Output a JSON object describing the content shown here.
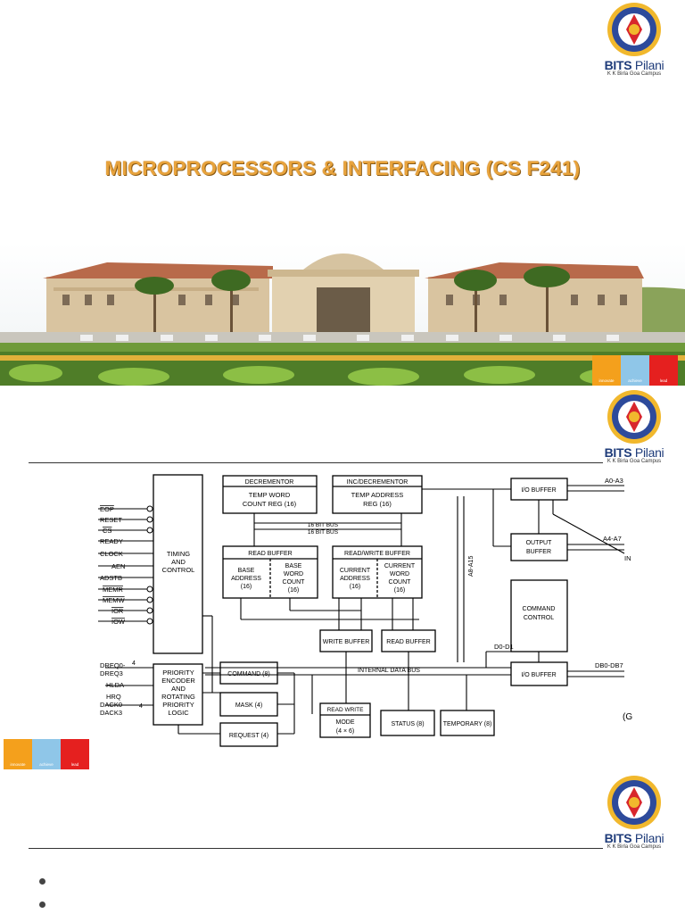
{
  "slide1": {
    "title": "MICROPROCESSORS & INTERFACING (CS F241)",
    "logo": {
      "brand_bold": "BITS",
      "brand_rest": " Pilani",
      "campus": "K K Birla Goa Campus"
    },
    "tagline": [
      "innovate",
      "achieve",
      "lead"
    ]
  },
  "slide2": {
    "logo": {
      "brand_bold": "BITS",
      "brand_rest": " Pilani",
      "campus": "K K Birla Goa Campus"
    },
    "tagline": [
      "innovate",
      "achieve",
      "lead"
    ],
    "diagram": {
      "pins": [
        "EOP",
        "RESET",
        "CS",
        "READY",
        "CLOCK",
        "AEN",
        "ADSTB",
        "MEMR",
        "MEMW",
        "IOR",
        "IOW"
      ],
      "pins_lower": [
        "DREQ0-",
        "DREQ3",
        "HLDA",
        "HRQ",
        "DACK0-",
        "DACK3"
      ],
      "timing": [
        "TIMING",
        "AND",
        "CONTROL"
      ],
      "priority": [
        "PRIORITY",
        "ENCODER",
        "AND",
        "ROTATING",
        "PRIORITY",
        "LOGIC"
      ],
      "decrementor": "DECREMENTOR",
      "temp_word": [
        "TEMP WORD",
        "COUNT REG (16)"
      ],
      "incdec": "INC/DECREMENTOR",
      "temp_addr": [
        "TEMP ADDRESS",
        "REG (16)"
      ],
      "bus16a": "16 BIT BUS",
      "bus16b": "16 BIT BUS",
      "read_buffer_top": "READ BUFFER",
      "base_addr": [
        "BASE",
        "ADDRESS",
        "(16)"
      ],
      "base_word": [
        "BASE",
        "WORD",
        "COUNT",
        "(16)"
      ],
      "rw_buffer": "READ/WRITE BUFFER",
      "cur_addr": [
        "CURRENT",
        "ADDRESS",
        "(16)"
      ],
      "cur_word": [
        "CURRENT",
        "WORD",
        "COUNT",
        "(16)"
      ],
      "write_buffer": "WRITE BUFFER",
      "read_buffer": "READ BUFFER",
      "io_buffer1": "I/O BUFFER",
      "output_buffer": [
        "OUTPUT",
        "BUFFER"
      ],
      "command_control": [
        "COMMAND",
        "CONTROL"
      ],
      "io_buffer2": "I/O BUFFER",
      "a0a3": "A0-A3",
      "a4a7": "A4-A7",
      "a8a15": "A8-A15",
      "d0d1": "D0-D1",
      "db0db7": "DB0-DB7",
      "internal_bus": "INTERNAL DATA BUS",
      "command": "COMMAND (8)",
      "mask": "MASK (4)",
      "request": "REQUEST (4)",
      "rw_mode": [
        "READ WRITE",
        "MODE",
        "(4 × 6)"
      ],
      "status": "STATUS (8)",
      "temporary": "TEMPORARY (8)",
      "four1": "4",
      "four2": "4",
      "in_arrow": "IN",
      "g_note": "(G"
    }
  },
  "slide3": {
    "logo": {
      "brand_bold": "BITS",
      "brand_rest": " Pilani",
      "campus": "K K Birla Goa Campus"
    }
  }
}
